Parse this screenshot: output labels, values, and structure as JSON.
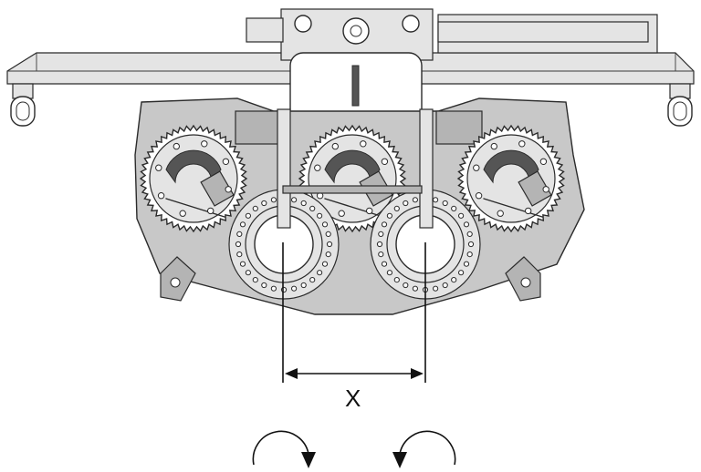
{
  "diagram": {
    "dimension_label": "X",
    "rotation_indicators": [
      {
        "name": "left-rotation",
        "direction": "clockwise"
      },
      {
        "name": "right-rotation",
        "direction": "counter-clockwise"
      }
    ],
    "colors": {
      "line": "#2b2b2b",
      "body": "#c8c8c8",
      "background": "#ffffff"
    }
  }
}
